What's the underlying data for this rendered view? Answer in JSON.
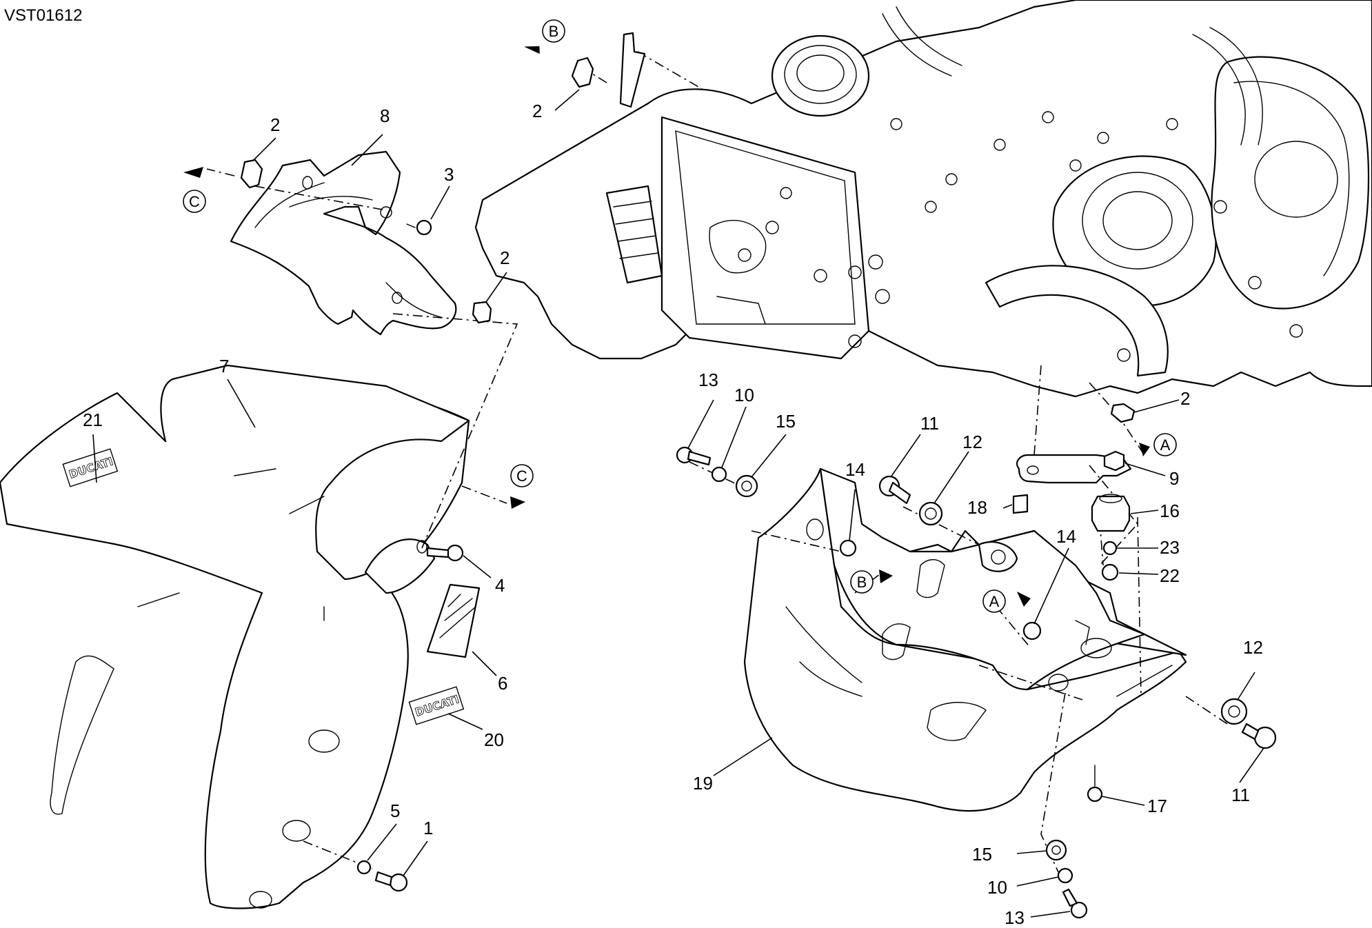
{
  "drawing_code": "VST01612",
  "decal_text": "DUCATI",
  "callouts": [
    {
      "id": "c-2a",
      "label": "2"
    },
    {
      "id": "c-8",
      "label": "8"
    },
    {
      "id": "c-3",
      "label": "3"
    },
    {
      "id": "c-2b",
      "label": "2"
    },
    {
      "id": "c-2c",
      "label": "2"
    },
    {
      "id": "c-7",
      "label": "7"
    },
    {
      "id": "c-21",
      "label": "21"
    },
    {
      "id": "c-4",
      "label": "4"
    },
    {
      "id": "c-6",
      "label": "6"
    },
    {
      "id": "c-20",
      "label": "20"
    },
    {
      "id": "c-5",
      "label": "5"
    },
    {
      "id": "c-1",
      "label": "1"
    },
    {
      "id": "c-13a",
      "label": "13"
    },
    {
      "id": "c-10a",
      "label": "10"
    },
    {
      "id": "c-15a",
      "label": "15"
    },
    {
      "id": "c-14a",
      "label": "14"
    },
    {
      "id": "c-11a",
      "label": "11"
    },
    {
      "id": "c-12a",
      "label": "12"
    },
    {
      "id": "c-2d",
      "label": "2"
    },
    {
      "id": "c-9",
      "label": "9"
    },
    {
      "id": "c-18",
      "label": "18"
    },
    {
      "id": "c-16",
      "label": "16"
    },
    {
      "id": "c-14b",
      "label": "14"
    },
    {
      "id": "c-23",
      "label": "23"
    },
    {
      "id": "c-22",
      "label": "22"
    },
    {
      "id": "c-12b",
      "label": "12"
    },
    {
      "id": "c-19",
      "label": "19"
    },
    {
      "id": "c-11b",
      "label": "11"
    },
    {
      "id": "c-17",
      "label": "17"
    },
    {
      "id": "c-15b",
      "label": "15"
    },
    {
      "id": "c-10b",
      "label": "10"
    },
    {
      "id": "c-13b",
      "label": "13"
    }
  ],
  "references": [
    {
      "id": "r-b-top",
      "label": "B"
    },
    {
      "id": "r-c-top",
      "label": "C"
    },
    {
      "id": "r-c-mid",
      "label": "C"
    },
    {
      "id": "r-a-right",
      "label": "A"
    },
    {
      "id": "r-b-guard",
      "label": "B"
    },
    {
      "id": "r-a-guard",
      "label": "A"
    }
  ]
}
